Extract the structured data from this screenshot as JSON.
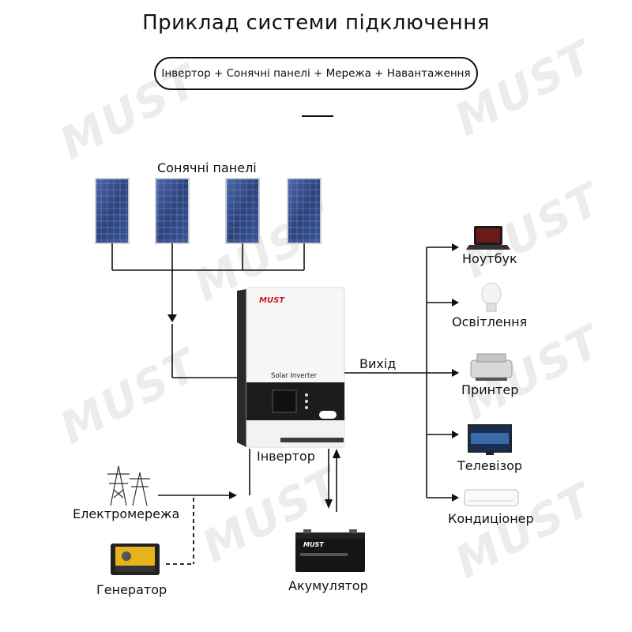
{
  "title": "Приклад системи підключення",
  "subtitle": "Інвертор + Сонячні панелі + Мережа + Навантаження",
  "watermark": "MUST",
  "solar_panels": {
    "label": "Сонячні панелі",
    "count": 4
  },
  "inverter": {
    "label": "Інвертор",
    "brand": "MUST",
    "model_text": "Solar Inverter"
  },
  "output_label": "Вихід",
  "loads": [
    {
      "label": "Ноутбук",
      "icon": "laptop-icon"
    },
    {
      "label": "Освітлення",
      "icon": "lightbulb-icon"
    },
    {
      "label": "Принтер",
      "icon": "printer-icon"
    },
    {
      "label": "Телевізор",
      "icon": "tv-icon"
    },
    {
      "label": "Кондиціонер",
      "icon": "air-conditioner-icon"
    }
  ],
  "grid": {
    "label": "Електромережа",
    "icon": "power-tower-icon"
  },
  "generator": {
    "label": "Генератор",
    "icon": "generator-icon"
  },
  "battery": {
    "label": "Акумулятор",
    "brand": "MUST",
    "icon": "battery-icon"
  },
  "colors": {
    "line": "#111111",
    "panel_blue": "#2f4a86",
    "accent_red": "#d0191c",
    "watermark": "#ececec"
  }
}
